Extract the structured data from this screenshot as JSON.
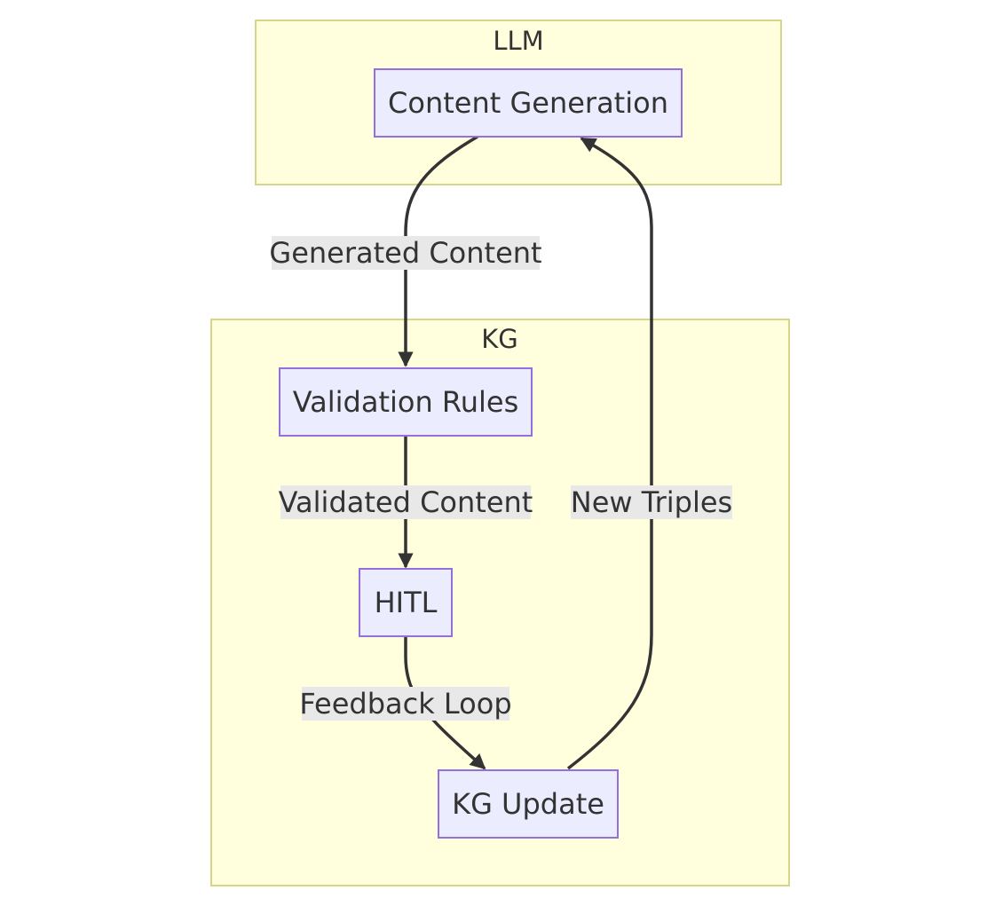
{
  "colors": {
    "cluster_fill": "#ffffde",
    "cluster_stroke": "#d6d68a",
    "node_fill": "#ececff",
    "node_stroke": "#9370db",
    "edge": "#333333",
    "edge_label_bg": "#e8e8e8"
  },
  "clusters": {
    "llm": {
      "label": "LLM"
    },
    "kg": {
      "label": "KG"
    }
  },
  "nodes": {
    "content_generation": {
      "label": "Content Generation"
    },
    "validation_rules": {
      "label": "Validation Rules"
    },
    "hitl": {
      "label": "HITL"
    },
    "kg_update": {
      "label": "KG Update"
    }
  },
  "edges": {
    "generated_content": {
      "from": "content_generation",
      "to": "validation_rules",
      "label": "Generated Content"
    },
    "validated_content": {
      "from": "validation_rules",
      "to": "hitl",
      "label": "Validated Content"
    },
    "feedback_loop": {
      "from": "hitl",
      "to": "kg_update",
      "label": "Feedback Loop"
    },
    "new_triples": {
      "from": "kg_update",
      "to": "content_generation",
      "label": "New Triples"
    }
  }
}
